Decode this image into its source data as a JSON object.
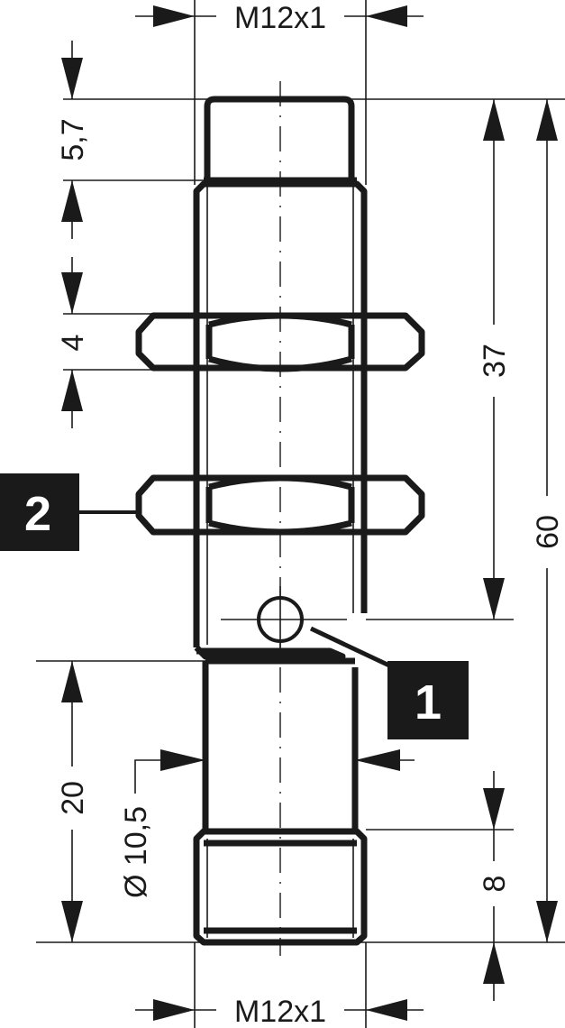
{
  "dimensions": {
    "thread_top": "M12x1",
    "thread_bottom": "M12x1",
    "cap_height": "5,7",
    "nut_height": "4",
    "led_position": "37",
    "overall_length": "60",
    "connector_length": "20",
    "diameter": "Ø 10,5",
    "thread_length": "8"
  },
  "callouts": {
    "led": "1",
    "nut": "2"
  },
  "colors": {
    "line": "#1a1a1a",
    "callout_bg": "#1a1a1a",
    "callout_text": "#ffffff"
  }
}
